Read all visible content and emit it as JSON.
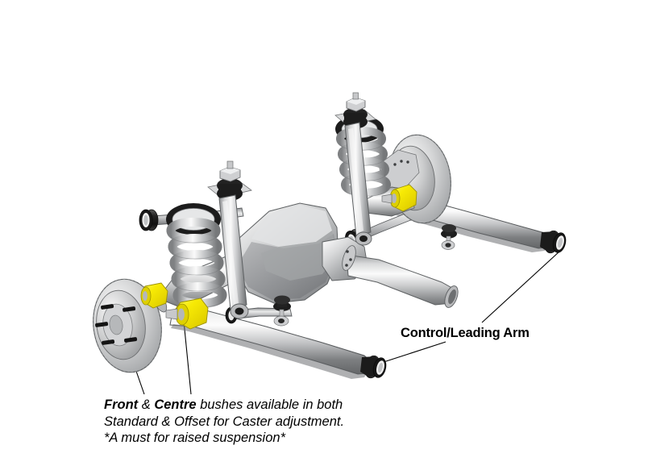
{
  "illustration": {
    "title": "Rear coil-spring live-axle suspension cutaway illustration",
    "background_color": "#ffffff",
    "palette": {
      "metal_light": "#f2f2f2",
      "metal_mid": "#c9cacb",
      "metal_dark": "#8e9092",
      "metal_shadow": "#6d6f72",
      "outline": "#3a3c3e",
      "rubber_black": "#1a1a1a",
      "rubber_black_hi": "#4e4e4e",
      "bush_yellow": "#f5e800",
      "bush_yellow_dark": "#c9bf00",
      "leader_line": "#000000"
    },
    "components": [
      {
        "name": "brake-disc-left",
        "label": "Brake disc / hub with wheel studs"
      },
      {
        "name": "brake-disc-right",
        "label": "Brake disc / hub"
      },
      {
        "name": "coil-spring-left",
        "label": "Coil spring"
      },
      {
        "name": "coil-spring-right",
        "label": "Coil spring"
      },
      {
        "name": "shock-absorber-left",
        "label": "Shock absorber"
      },
      {
        "name": "shock-absorber-right",
        "label": "Shock absorber"
      },
      {
        "name": "differential-housing",
        "label": "Differential housing"
      },
      {
        "name": "axle-tube-right",
        "label": "Axle tube"
      },
      {
        "name": "control-arm-upper",
        "label": "Upper control / leading arm"
      },
      {
        "name": "control-arm-lower",
        "label": "Lower control / leading arm"
      },
      {
        "name": "panhard-rod",
        "label": "Panhard rod"
      },
      {
        "name": "bush-yellow-front",
        "label": "Front polyurethane bush"
      },
      {
        "name": "bush-yellow-centre",
        "label": "Centre polyurethane bush"
      },
      {
        "name": "bush-yellow-upper-right",
        "label": "Upper polyurethane bush"
      },
      {
        "name": "bush-black-arm-end",
        "label": "Arm end rubber bush"
      }
    ]
  },
  "labels": {
    "control_arm": "Control/Leading Arm",
    "caption": {
      "line1_bold_a": "Front",
      "line1_mid": " & ",
      "line1_bold_b": "Centre",
      "line1_rest": " bushes available in both",
      "line2": "Standard & Offset for Caster adjustment.",
      "line3": "*A must for raised suspension*"
    }
  }
}
